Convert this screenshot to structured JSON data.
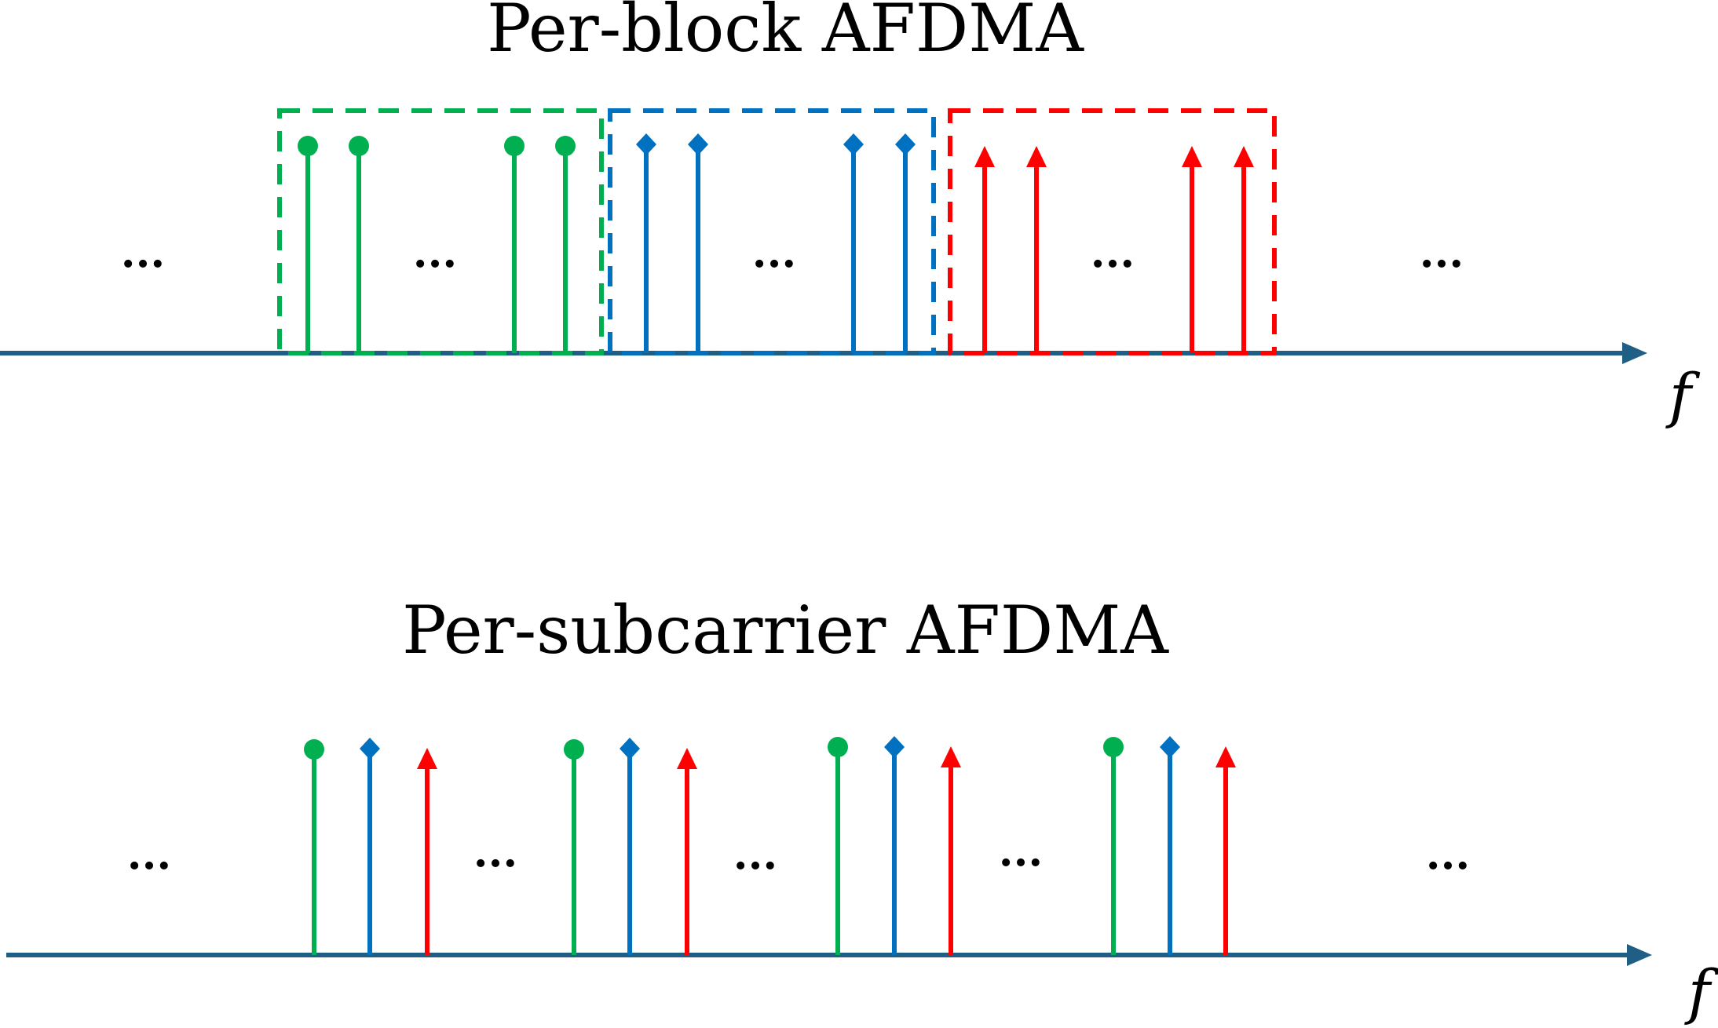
{
  "colors": {
    "axis": "#1F5F85",
    "green": "#00B050",
    "blue": "#0070C0",
    "red": "#FF0000",
    "text": "#000000"
  },
  "panels": [
    {
      "title": "Per-block AFDMA",
      "axis_label": "f",
      "ellipsis": "...",
      "ellipsis_count": 5,
      "stems": [
        {
          "color": "green",
          "marker": "circle",
          "order": 1
        },
        {
          "color": "green",
          "marker": "circle",
          "order": 2
        },
        {
          "color": "green",
          "marker": "circle",
          "order": 3
        },
        {
          "color": "green",
          "marker": "circle",
          "order": 4
        },
        {
          "color": "blue",
          "marker": "diamond",
          "order": 5
        },
        {
          "color": "blue",
          "marker": "diamond",
          "order": 6
        },
        {
          "color": "blue",
          "marker": "diamond",
          "order": 7
        },
        {
          "color": "blue",
          "marker": "diamond",
          "order": 8
        },
        {
          "color": "red",
          "marker": "arrow",
          "order": 9
        },
        {
          "color": "red",
          "marker": "arrow",
          "order": 10
        },
        {
          "color": "red",
          "marker": "arrow",
          "order": 11
        },
        {
          "color": "red",
          "marker": "arrow",
          "order": 12
        }
      ],
      "blocks": [
        {
          "color": "green",
          "style": "dashed"
        },
        {
          "color": "blue",
          "style": "dashed"
        },
        {
          "color": "red",
          "style": "dashed"
        }
      ]
    },
    {
      "title": "Per-subcarrier AFDMA",
      "axis_label": "f",
      "ellipsis": "...",
      "ellipsis_count": 5,
      "stems": [
        {
          "color": "green",
          "marker": "circle",
          "order": 1
        },
        {
          "color": "blue",
          "marker": "diamond",
          "order": 2
        },
        {
          "color": "red",
          "marker": "arrow",
          "order": 3
        },
        {
          "color": "green",
          "marker": "circle",
          "order": 4
        },
        {
          "color": "blue",
          "marker": "diamond",
          "order": 5
        },
        {
          "color": "red",
          "marker": "arrow",
          "order": 6
        },
        {
          "color": "green",
          "marker": "circle",
          "order": 7
        },
        {
          "color": "blue",
          "marker": "diamond",
          "order": 8
        },
        {
          "color": "red",
          "marker": "arrow",
          "order": 9
        },
        {
          "color": "green",
          "marker": "circle",
          "order": 10
        },
        {
          "color": "blue",
          "marker": "diamond",
          "order": 11
        },
        {
          "color": "red",
          "marker": "arrow",
          "order": 12
        }
      ],
      "blocks": []
    }
  ]
}
